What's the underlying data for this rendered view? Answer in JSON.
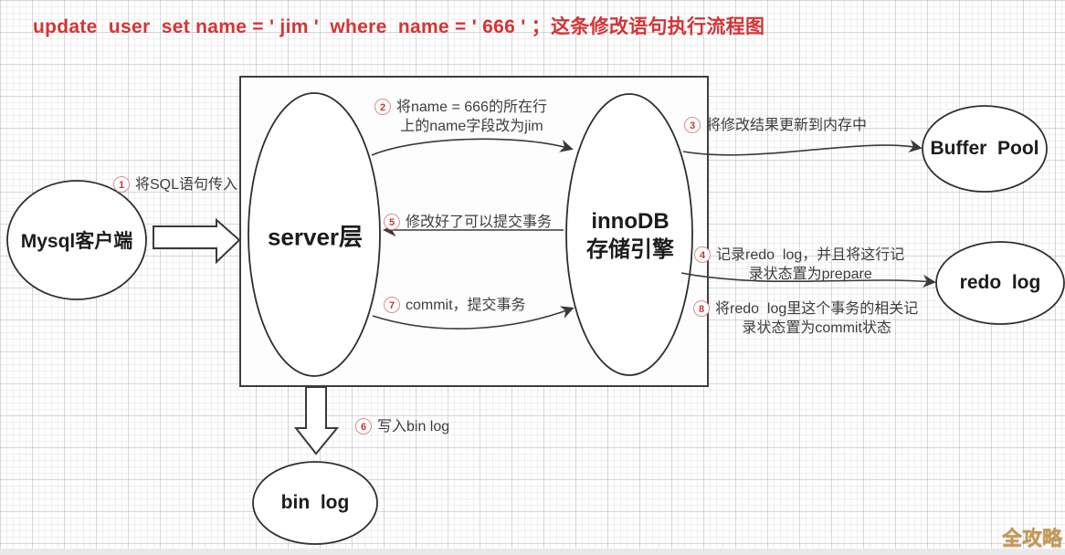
{
  "title": "update  user  set name = ' jim '  where  name = ' 666 ' ；这条修改语句执行流程图",
  "watermark": "全攻略",
  "nodes": {
    "mysql_client": "Mysql客户端",
    "server": "server层",
    "innodb": "innoDB\n存储引擎",
    "buffer_pool": "Buffer  Pool",
    "redo_log": "redo  log",
    "bin_log": "bin  log"
  },
  "steps": [
    {
      "num": "1",
      "text": "将SQL语句传入"
    },
    {
      "num": "2",
      "text": "将name = 666的所在行\n上的name字段改为jim"
    },
    {
      "num": "3",
      "text": "将修改结果更新到内存中"
    },
    {
      "num": "4",
      "text": "记录redo  log，并且将这行记\n录状态置为prepare"
    },
    {
      "num": "5",
      "text": "修改好了可以提交事务"
    },
    {
      "num": "6",
      "text": "写入bin log"
    },
    {
      "num": "7",
      "text": "commit，提交事务"
    },
    {
      "num": "8",
      "text": "将redo  log里这个事务的相关记\n录状态置为commit状态"
    }
  ],
  "colors": {
    "title_red": "#d43434",
    "step_circle_red": "#c0392b",
    "line_dark": "#3a3a3a",
    "watermark_gold": "#c2994e"
  }
}
